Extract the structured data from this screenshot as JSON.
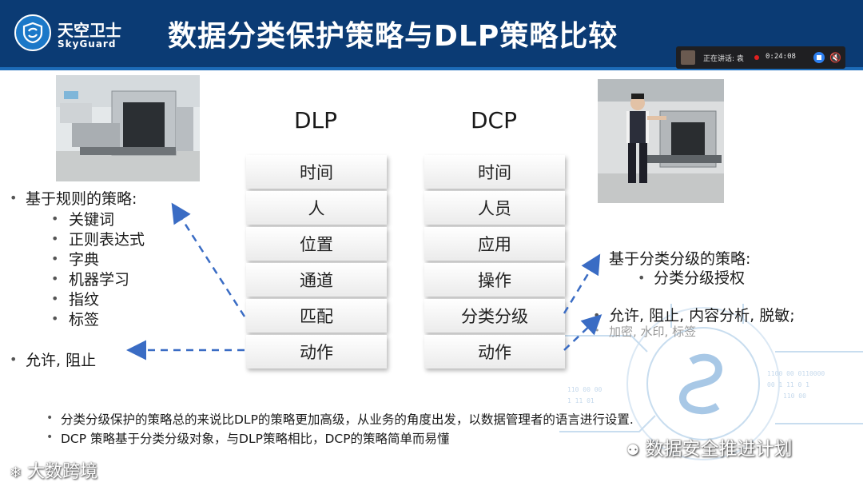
{
  "header": {
    "brand_cn": "天空卫士",
    "brand_en": "SkyGuard",
    "title": "数据分类保护策略与DLP策略比较"
  },
  "meeting_bar": {
    "speaking_label": "正在讲话: 袁",
    "timer": "0:24:08"
  },
  "columns": {
    "dlp": {
      "heading": "DLP",
      "items": [
        "时间",
        "人",
        "位置",
        "通道",
        "匹配",
        "动作"
      ]
    },
    "dcp": {
      "heading": "DCP",
      "items": [
        "时间",
        "人员",
        "应用",
        "操作",
        "分类分级",
        "动作"
      ]
    }
  },
  "left_panel": {
    "rule_title": "基于规则的策略:",
    "rule_items": [
      "关键词",
      "正则表达式",
      "字典",
      "机器学习",
      "指纹",
      "标签"
    ],
    "action": "允许, 阻止"
  },
  "right_panel": {
    "class_title": "基于分类分级的策略:",
    "class_items": [
      "分类分级授权"
    ],
    "action": "允许, 阻止, 内容分析, 脱敏;",
    "action_sub": "加密, 水印, 标签"
  },
  "notes": [
    "分类分级保护的策略总的来说比DLP的策略更加高级，从业务的角度出发，以数据管理者的语言进行设置.",
    "DCP 策略基于分类分级对象，与DLP策略相比，DCP的策略简单而易懂"
  ],
  "watermarks": {
    "right": "数据安全推进计划",
    "left": "大数跨境"
  },
  "colors": {
    "header_bg": "#0b3b74",
    "arrow": "#3a6cc4",
    "accent": "#1b78c8"
  }
}
